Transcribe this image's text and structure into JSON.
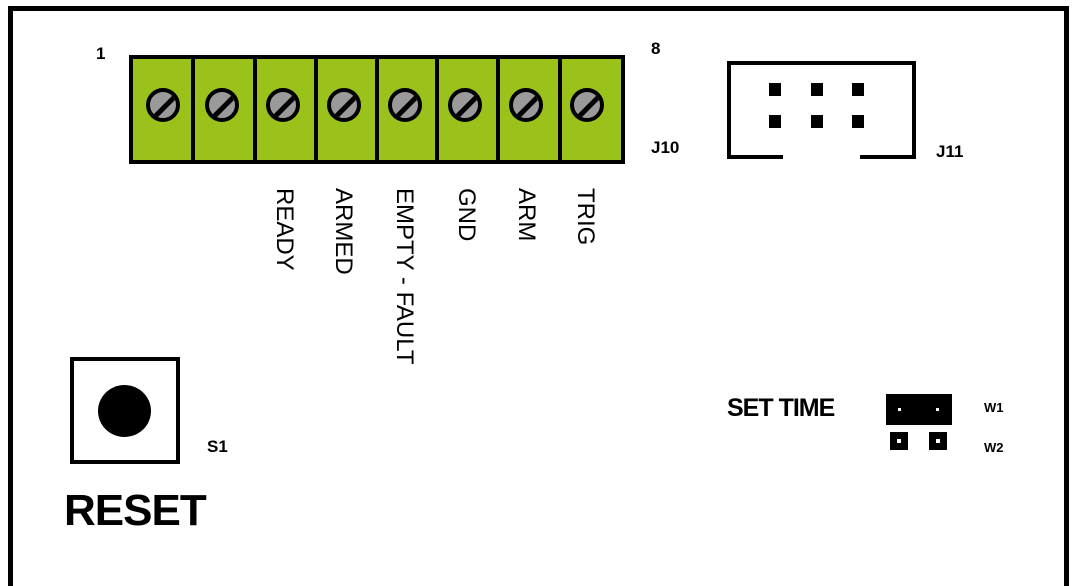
{
  "j10": {
    "pin_first": "1",
    "pin_last": "8",
    "ref": "J10",
    "terminal_count": 8,
    "color": "#9bc21b",
    "labels": [
      "READY",
      "ARMED",
      "EMPTY - FAULT",
      "GND",
      "ARM",
      "TRIG"
    ]
  },
  "j11": {
    "ref": "J11"
  },
  "s1": {
    "ref": "S1",
    "label": "RESET"
  },
  "jumper": {
    "label": "SET TIME",
    "w1": "W1",
    "w2": "W2"
  }
}
